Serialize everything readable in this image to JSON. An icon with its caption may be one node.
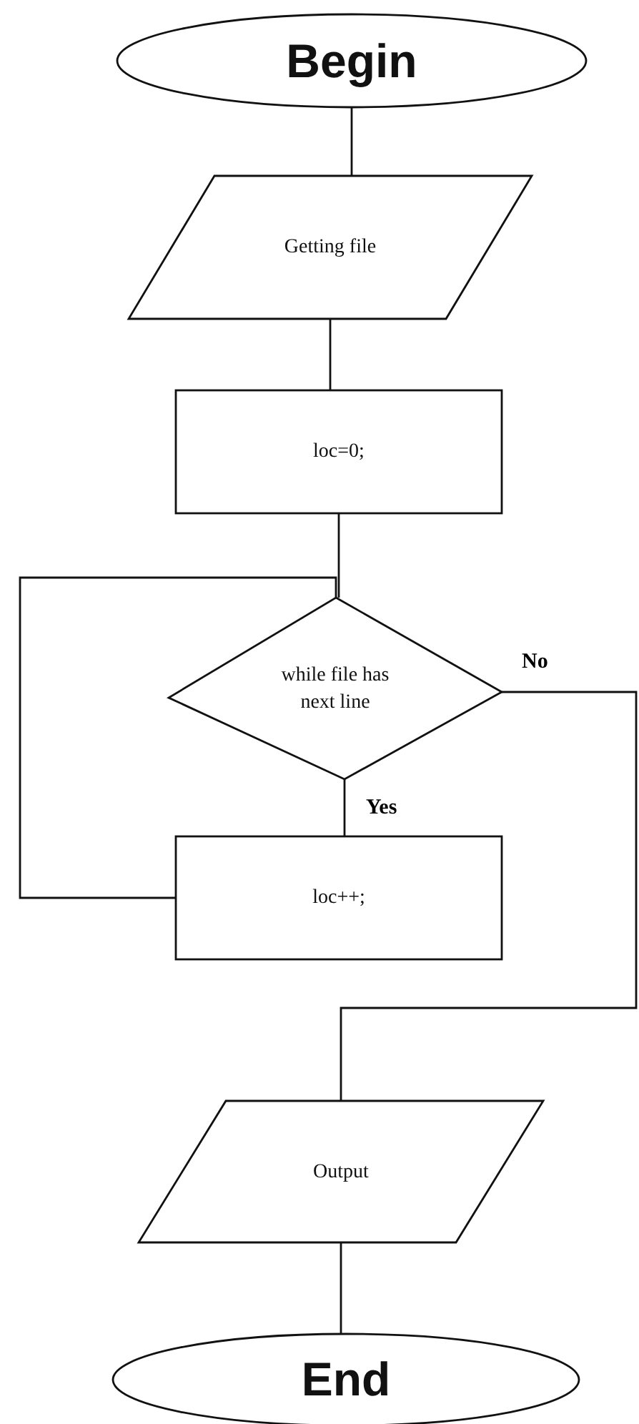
{
  "diagram": {
    "nodes": [
      {
        "text": [
          "Begin"
        ]
      },
      {
        "text": [
          "Getting file"
        ]
      },
      {
        "text": [
          "loc=0;"
        ]
      },
      {
        "text": [
          "while file has next line"
        ]
      },
      {
        "text": [
          "loc++;"
        ]
      },
      {
        "text": [
          "Output"
        ]
      },
      {
        "text": [
          "End"
        ]
      }
    ],
    "edges": [
      {
        "from": 0,
        "to": 1,
        "arrow": "none"
      },
      {
        "from": 1,
        "to": 2,
        "arrow": "none"
      },
      {
        "from": 2,
        "to": 3,
        "arrow": "none"
      },
      {
        "from": 3,
        "to": 4,
        "arrow": "none",
        "label": "Yes"
      },
      {
        "from": 4,
        "to": 3,
        "arrow": "none"
      },
      {
        "from": 3,
        "to": 5,
        "arrow": "none",
        "label": "No"
      },
      {
        "from": 5,
        "to": 6,
        "arrow": "none"
      }
    ]
  }
}
